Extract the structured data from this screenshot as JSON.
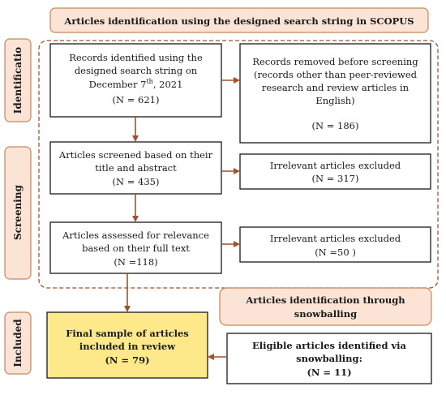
{
  "header": {
    "title": "Articles identification using the designed search string in SCOPUS"
  },
  "phases": {
    "identification": "Identificatio",
    "screening": "Screening",
    "included": "Included"
  },
  "boxes": {
    "records_identified": {
      "line1": "Records identified using the",
      "line2": "designed search string on",
      "line3_a": "December 7",
      "line3_sup": "th",
      "line3_b": ", 2021",
      "count": "(N = 621)"
    },
    "records_removed": {
      "line1": "Records removed before screening",
      "line2": "(records other than peer-reviewed",
      "line3": "research and review articles in",
      "line4": "English)",
      "count": "(N = 186)"
    },
    "screened": {
      "line1": "Articles screened based on their",
      "line2": "title and abstract",
      "count": "(N = 435)"
    },
    "excluded_1": {
      "line1": "Irrelevant articles excluded",
      "count": "(N = 317)"
    },
    "assessed": {
      "line1": "Articles assessed for relevance",
      "line2": "based on their full text",
      "count": "(N =118)"
    },
    "excluded_2": {
      "line1": "Irrelevant articles excluded",
      "count": "(N =50 )"
    },
    "snowball_header": {
      "line1": "Articles identification through",
      "line2": "snowballing"
    },
    "final_sample": {
      "line1": "Final sample of articles",
      "line2": "included in review",
      "count": "(N = 79)"
    },
    "snowball_eligible": {
      "line1": "Eligible articles identified via",
      "line2": "snowballing:",
      "count": "(N = 11)"
    }
  },
  "colors": {
    "peach_fill": "#fbe4d6",
    "peach_border": "#c8865a",
    "arrow_brown": "#a0522d",
    "final_yellow": "#fde98a"
  }
}
